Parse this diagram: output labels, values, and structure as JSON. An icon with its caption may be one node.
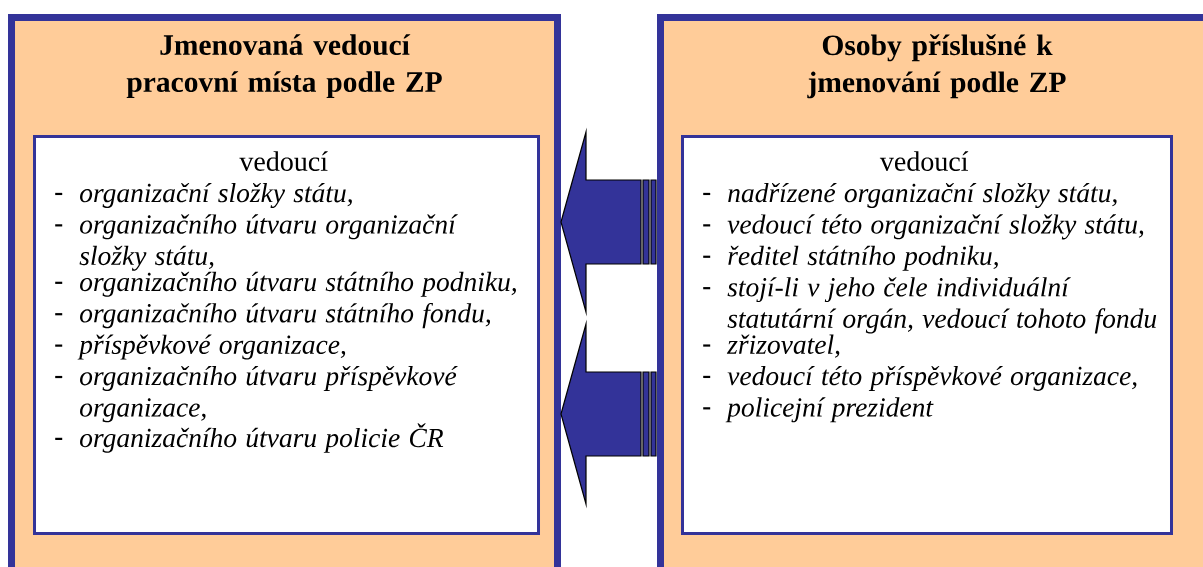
{
  "diagram": {
    "nodes": [
      {
        "text": [
          "Jmenovaná vedoucí pracovní místa podle ZP"
        ]
      },
      {
        "text": [
          "vedoucí",
          "organizační složky státu,",
          "organizačního útvaru organizační složky státu,",
          "organizačního útvaru státního podniku,",
          "organizačního útvaru státního fondu,",
          "příspěvkové organizace,",
          "organizačního útvaru příspěvkové organizace,",
          "organizačního útvaru policie ČR"
        ],
        "in": 0
      },
      {
        "text": [
          "Osoby příslušné k jmenování podle ZP"
        ]
      },
      {
        "text": [
          "vedoucí",
          "nadřízené organizační složky státu,",
          "vedoucí této organizační složky státu,",
          "ředitel státního podniku,",
          "stojí-li v jeho čele individuální statutární orgán, vedoucí tohoto fondu",
          "zřizovatel,",
          "vedoucí této příspěvkové organizace,",
          "policejní prezident"
        ],
        "in": 2
      }
    ],
    "edges": [
      {
        "from": 2,
        "to": 0,
        "arrow": "to"
      },
      {
        "from": 2,
        "to": 0,
        "arrow": "to"
      }
    ]
  }
}
